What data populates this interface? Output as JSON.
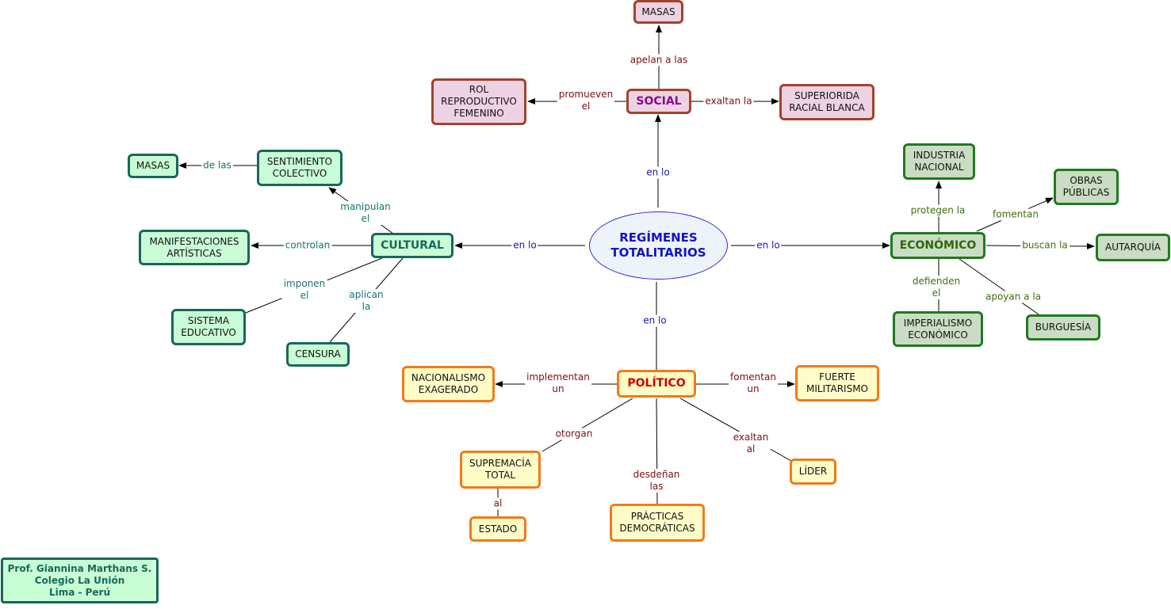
{
  "center": {
    "label": "REGÍMENES\nTOTALITARIOS"
  },
  "social": {
    "hub": "SOCIAL",
    "link_hub": "en lo",
    "masas": "MASAS",
    "link_masas": "apelan a las",
    "rol": "ROL\nREPRODUCTIVO\nFEMENINO",
    "link_rol": "promueven\nel",
    "superioridad": "SUPERIORIDA\nRACIAL BLANCA",
    "link_superioridad": "exaltan la"
  },
  "cultural": {
    "hub": "CULTURAL",
    "link_hub": "en lo",
    "sentimiento": "SENTIMIENTO\nCOLECTIVO",
    "link_sentimiento": "manipulan\nel",
    "masas": "MASAS",
    "link_masas": "de las",
    "manifestaciones": "MANIFESTACIONES\nARTÍSTICAS",
    "link_manifestaciones": "controlan",
    "sistema": "SISTEMA\nEDUCATIVO",
    "link_sistema": "imponen\nel",
    "censura": "CENSURA",
    "link_censura": "aplican\nla"
  },
  "economico": {
    "hub": "ECONÓMICO",
    "link_hub": "en lo",
    "industria": "INDUSTRIA\nNACIONAL",
    "link_industria": "protegen la",
    "obras": "OBRAS\nPÚBLICAS",
    "link_obras": "fomentan",
    "autarquia": "AUTARQUÍA",
    "link_autarquia": "buscan la",
    "imperialismo": "IMPERIALISMO\nECONÓMICO",
    "link_imperialismo": "defienden\nel",
    "burguesia": "BURGUESÍA",
    "link_burguesia": "apoyan a la"
  },
  "politico": {
    "hub": "POLÍTICO",
    "link_hub": "en lo",
    "nacionalismo": "NACIONALISMO\nEXAGERADO",
    "link_nacionalismo": "implementan\nun",
    "militarismo": "FUERTE\nMILITARISMO",
    "link_militarismo": "fomentan\nun",
    "supremacia": "SUPREMACÍA\nTOTAL",
    "link_supremacia": "otorgan",
    "estado": "ESTADO",
    "link_estado": "al",
    "practicas": "PRÁCTICAS\nDEMOCRÁTICAS",
    "link_practicas": "desdeñan\nlas",
    "lider": "LÍDER",
    "link_lider": "exaltan\nal"
  },
  "credit": "Prof. Giannina Marthans S.\nColegio La Unión\nLima - Perú"
}
